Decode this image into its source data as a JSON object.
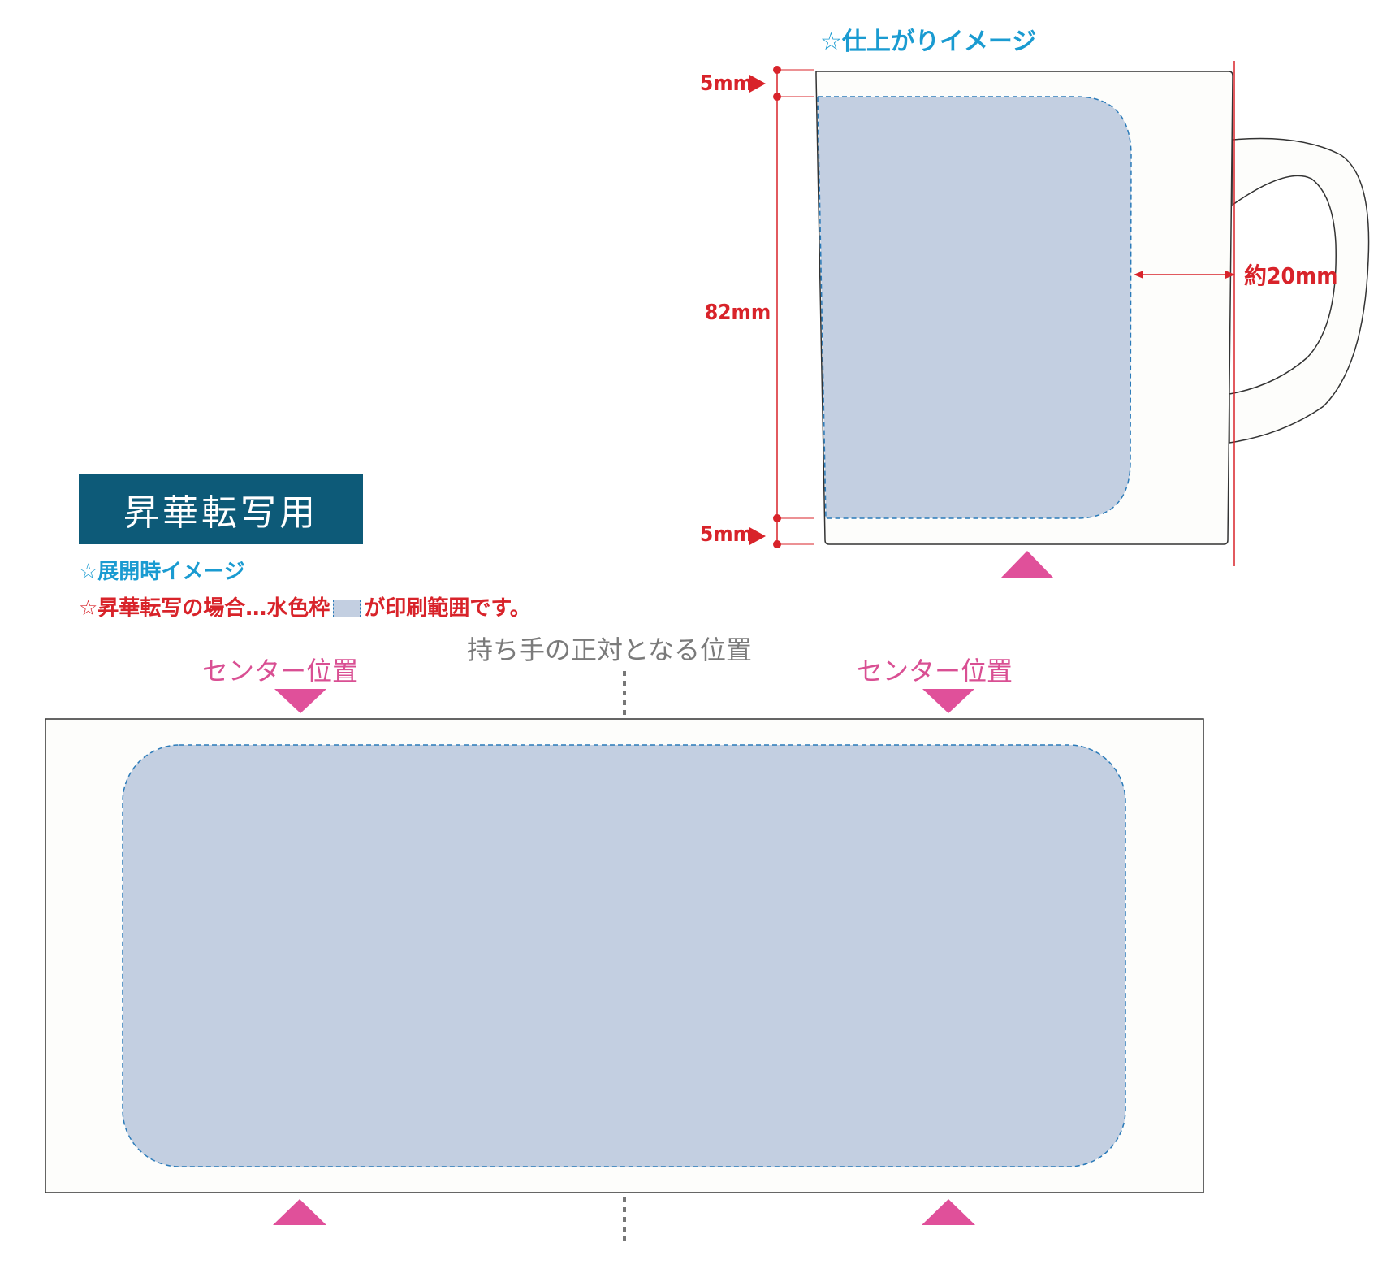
{
  "finished_image": {
    "heading": "☆仕上がりイメージ",
    "top_margin": "5mm",
    "height": "82mm",
    "bottom_margin": "5mm",
    "handle_gap": "約20mm"
  },
  "badge": "昇華転写用",
  "expanded_image": {
    "heading": "☆展開時イメージ",
    "note_before": "☆昇華転写の場合…水色枠",
    "note_after": "が印刷範囲です。",
    "handle_opposite": "持ち手の正対となる位置",
    "center_left": "センター位置",
    "center_right": "センター位置"
  },
  "colors": {
    "print_area": "#c3cfe1",
    "print_border": "#2b7bb9",
    "accent_pink": "#e0509a",
    "dimension_red": "#d8232a",
    "heading_cyan": "#1a9bd1",
    "badge_bg": "#0d5a78"
  }
}
